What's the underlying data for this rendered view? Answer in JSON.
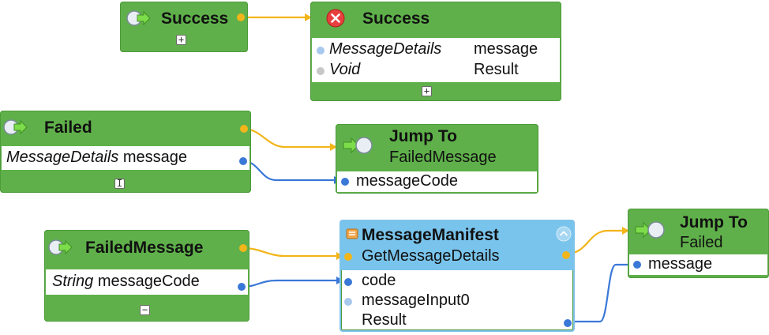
{
  "colors": {
    "node_green": "#5fb04a",
    "manifest_blue": "#7ec3ea",
    "exec_wire": "#f2b51a",
    "data_wire": "#3a78d8"
  },
  "nodes": {
    "success_event": {
      "title": "Success",
      "icon": "event-icon",
      "toggle": "+"
    },
    "success_end": {
      "title": "Success",
      "icon": "error-icon",
      "rows": [
        {
          "type": "MessageDetails",
          "name": "message"
        },
        {
          "type": "Void",
          "name": "Result"
        }
      ],
      "toggle": "+"
    },
    "failed_event": {
      "title": "Failed",
      "icon": "event-icon",
      "param_type": "MessageDetails",
      "param_name": "message",
      "toggle": "I"
    },
    "jump_failed_message": {
      "title": "Jump To",
      "subtitle": "FailedMessage",
      "icon": "jump-icon",
      "param": "messageCode"
    },
    "failed_message_event": {
      "title": "FailedMessage",
      "icon": "event-icon",
      "param_type": "String",
      "param_name": "messageCode",
      "toggle": "−"
    },
    "message_manifest": {
      "title": "MessageManifest",
      "subtitle": "GetMessageDetails",
      "icon": "manifest-icon",
      "rows": [
        "code",
        "messageInput0",
        "Result"
      ]
    },
    "jump_failed": {
      "title": "Jump To",
      "subtitle": "Failed",
      "icon": "jump-icon",
      "param": "message"
    }
  }
}
